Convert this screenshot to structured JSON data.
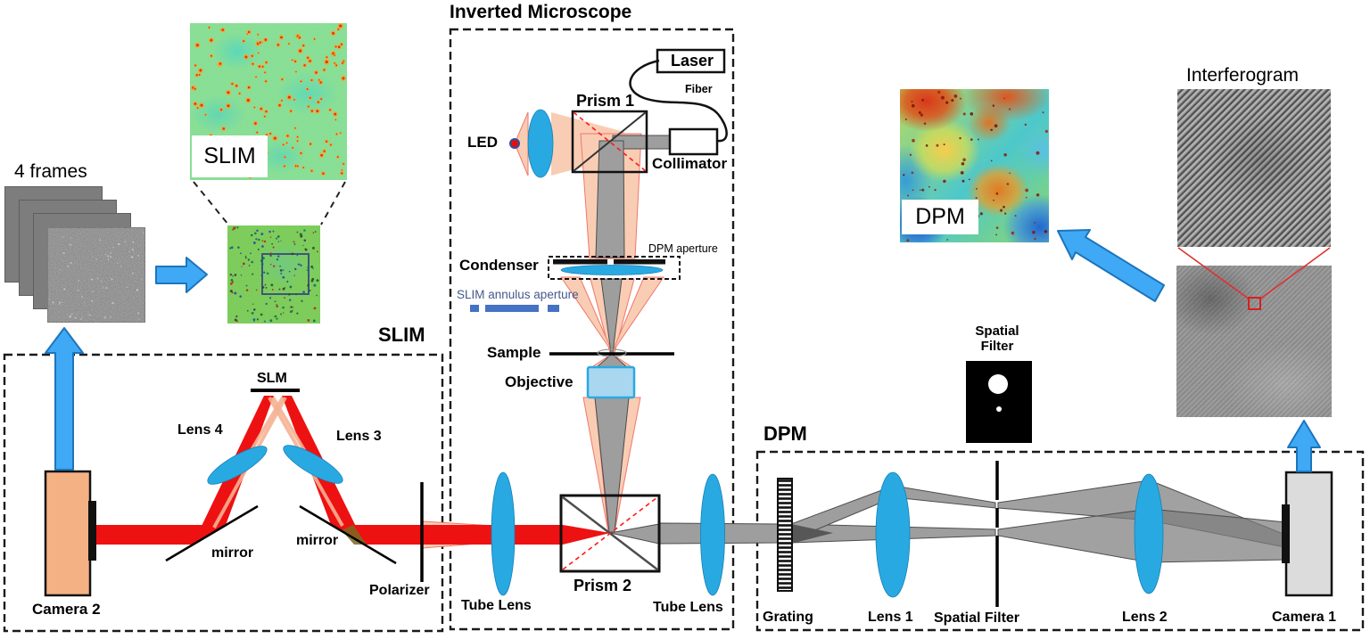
{
  "labels": {
    "four_frames": "4 frames",
    "slim_image": "SLIM",
    "slim_module": "SLIM",
    "inverted_microscope": "Inverted Microscope",
    "led": "LED",
    "laser": "Laser",
    "fiber": "Fiber",
    "prism1": "Prism 1",
    "collimator": "Collimator",
    "condenser": "Condenser",
    "dpm_aperture": "DPM aperture",
    "slim_annulus_aperture": "SLIM annulus aperture",
    "sample": "Sample",
    "objective": "Objective",
    "slm": "SLM",
    "lens4": "Lens 4",
    "lens3": "Lens 3",
    "mirror_left": "mirror",
    "mirror_right": "mirror",
    "polarizer": "Polarizer",
    "camera2": "Camera 2",
    "tube_lens_left": "Tube Lens",
    "tube_lens_right": "Tube Lens",
    "prism2": "Prism 2",
    "dpm_module": "DPM",
    "grating": "Grating",
    "lens1": "Lens 1",
    "spatial_filter": "Spatial Filter",
    "spatial_filter_stack": "Spatial\nFilter",
    "lens2": "Lens 2",
    "camera1": "Camera 1",
    "interferogram": "Interferogram",
    "dpm_image": "DPM"
  },
  "colors": {
    "lens_blue": "#29A9E1",
    "arrow_fill": "#3FA9F5",
    "arrow_stroke": "#1C75BC",
    "beam_red": "#EE1111",
    "beam_peach": "#F9CDB4",
    "beam_peach_stroke": "#F0776A",
    "beam_gray": "#9E9E9E",
    "camera2_body": "#F4B183",
    "camera1_body": "#DCDCDC",
    "annulus_blue": "#4472C4",
    "annulus_text": "#44598C",
    "objective_fill": "#A9D7F0"
  }
}
